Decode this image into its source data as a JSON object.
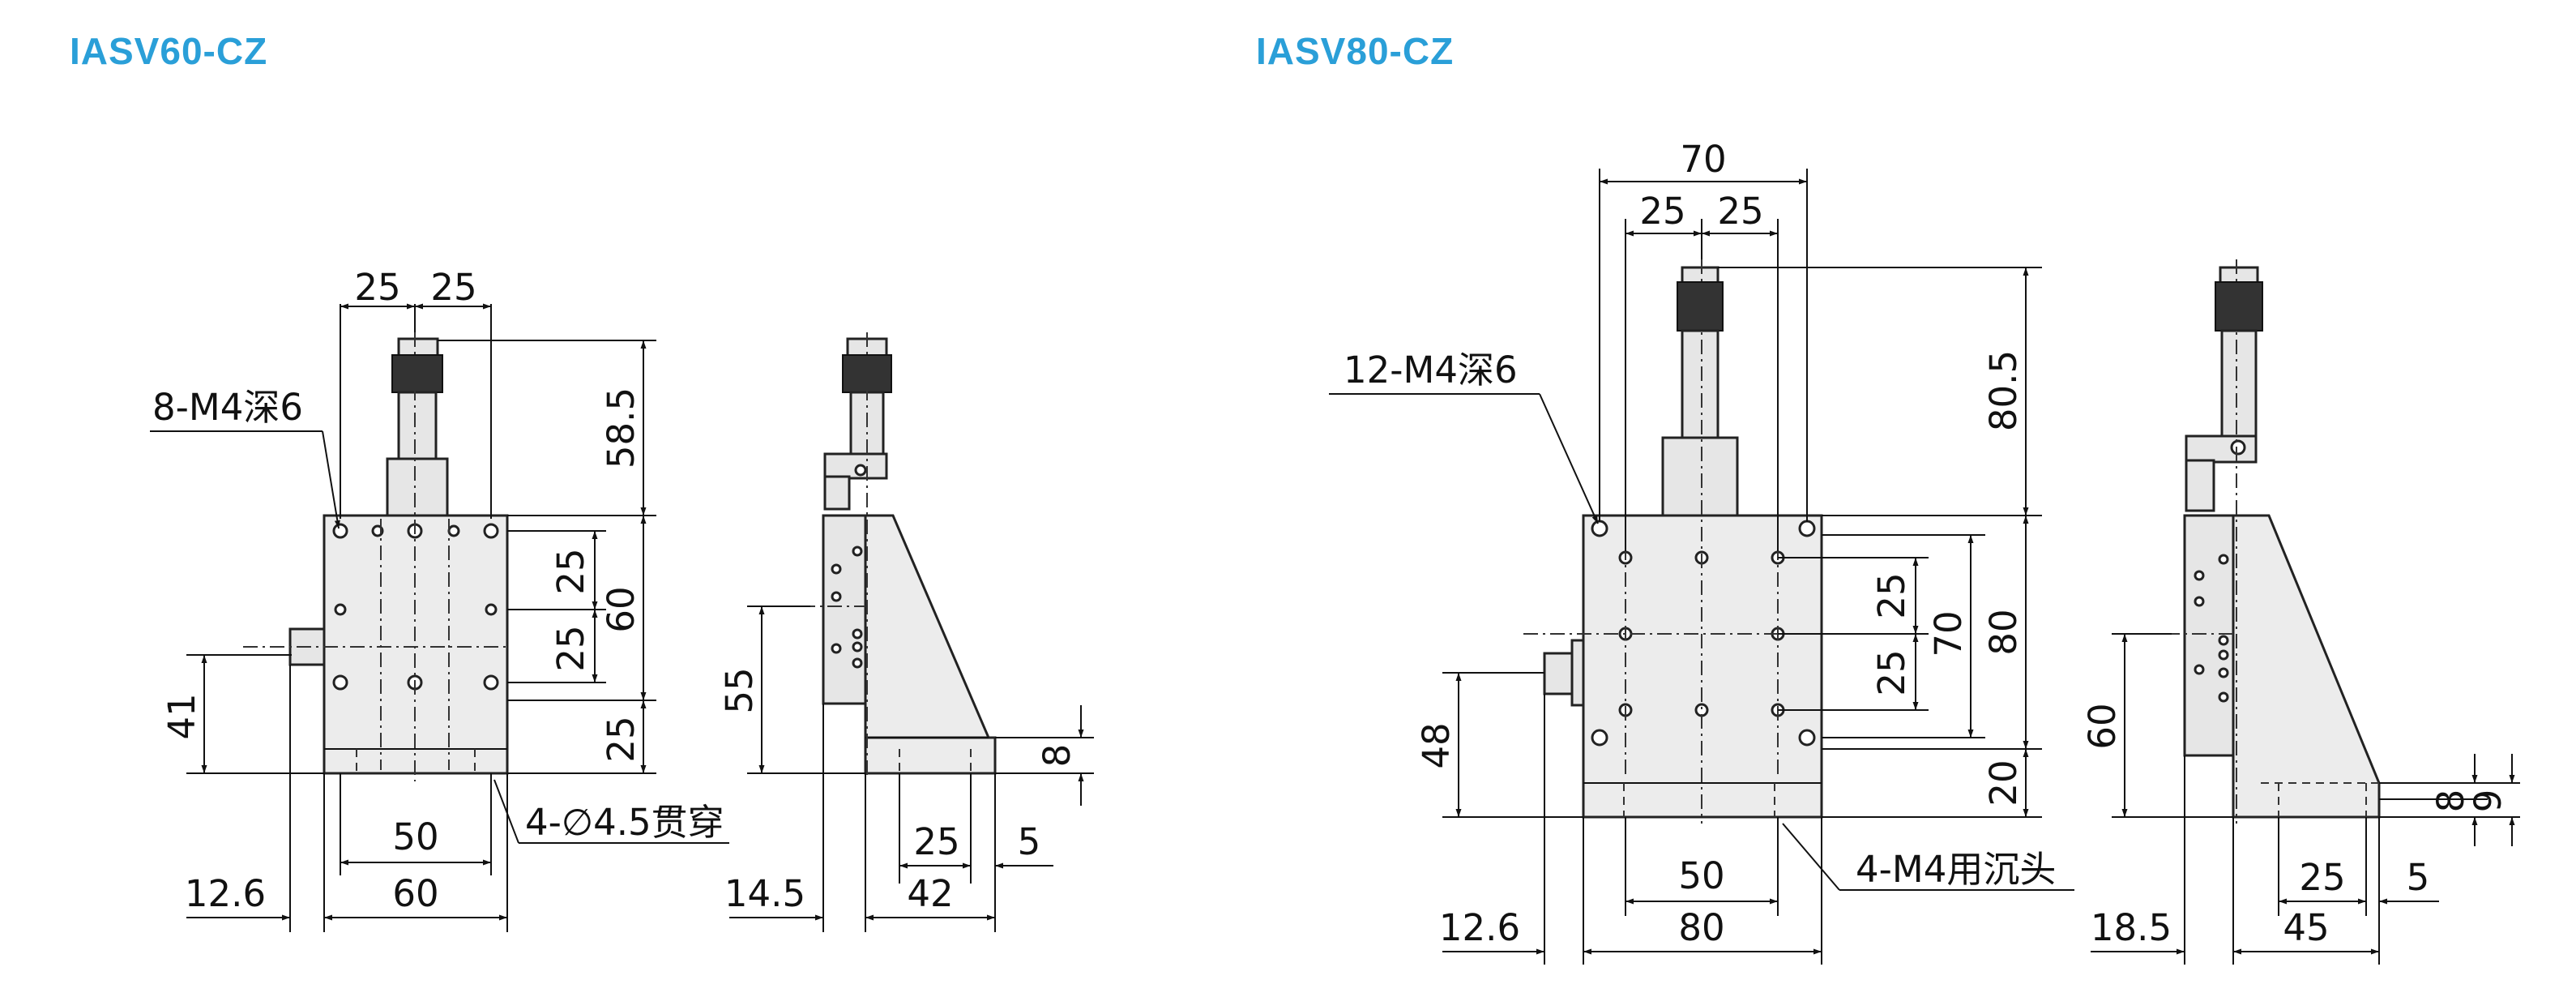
{
  "colors": {
    "title": "#2a9fd8",
    "line": "#111111",
    "body": "#ececec"
  },
  "left": {
    "title": "IASV60-CZ",
    "dims": {
      "top_a": "25",
      "top_b": "25",
      "height_top": "58.5",
      "right_a": "25",
      "right_b": "25",
      "right_total": "60",
      "right_bottom": "25",
      "knob_height": "41",
      "bottom_pitch": "50",
      "bottom_width": "60",
      "bottom_offset": "12.6",
      "side_height": "55",
      "side_thick": "8",
      "side_a": "25",
      "side_b": "5",
      "side_width": "42",
      "side_offset": "14.5"
    },
    "callouts": {
      "top_holes": "8-M4深6",
      "bottom_holes": "4-∅4.5贯穿"
    }
  },
  "right": {
    "title": "IASV80-CZ",
    "dims": {
      "top_total": "70",
      "top_a": "25",
      "top_b": "25",
      "height_top": "80.5",
      "right_a": "25",
      "right_b": "25",
      "right_mid": "70",
      "right_total": "80",
      "right_bottom": "20",
      "knob_height": "48",
      "bottom_pitch": "50",
      "bottom_width": "80",
      "bottom_offset": "12.6",
      "side_height": "60",
      "side_thick_a": "8",
      "side_thick_b": "9",
      "side_a": "25",
      "side_b": "5",
      "side_width": "45",
      "side_offset": "18.5"
    },
    "callouts": {
      "top_holes": "12-M4深6",
      "bottom_holes": "4-M4用沉头"
    }
  }
}
